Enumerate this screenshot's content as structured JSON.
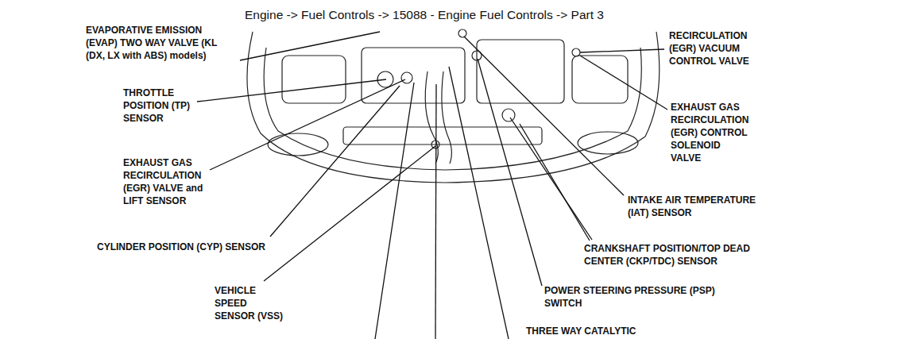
{
  "diagram": {
    "title": "Engine -> Fuel Controls -> 15088 - Engine Fuel Controls -> Part 3",
    "labels": [
      "EVAPORATIVE EMISSION (EVAP) TWO WAY VALVE (KL (DX, LX with ABS) models)",
      "THROTTLE POSITION (TP) SENSOR",
      "EXHAUST GAS RECIRCULATION (EGR) VALVE and LIFT SENSOR",
      "CYLINDER POSITION (CYP) SENSOR",
      "VEHICLE SPEED SENSOR (VSS)",
      "RECIRCULATION (EGR) VACUUM CONTROL VALVE",
      "EXHAUST GAS RECIRCULATION (EGR) CONTROL SOLENOID VALVE",
      "INTAKE AIR TEMPERATURE (IAT) SENSOR",
      "CRANKSHAFT POSITION/TOP DEAD CENTER (CKP/TDC) SENSOR",
      "POWER STEERING PRESSURE (PSP) SWITCH",
      "THREE WAY CATALYTIC"
    ]
  }
}
